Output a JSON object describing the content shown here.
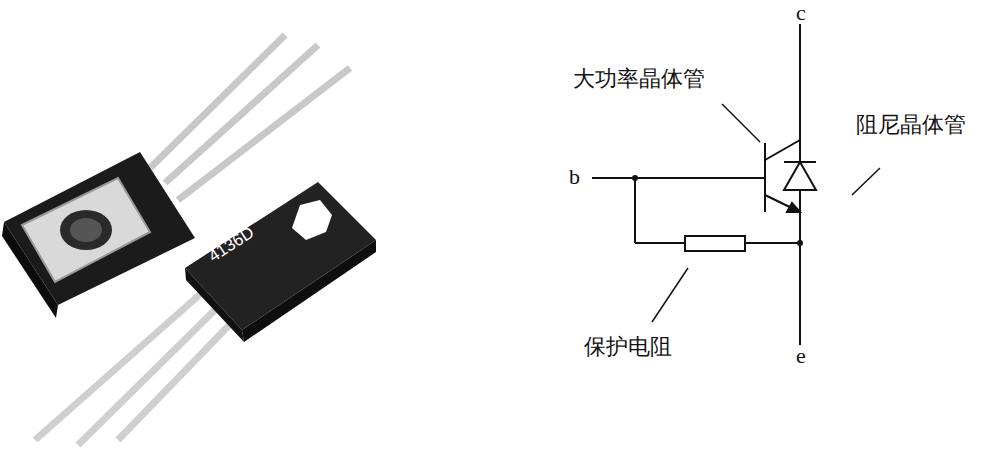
{
  "diagram": {
    "labels": [
      "c",
      "大功率晶体管",
      "阻尼晶体管",
      "b",
      "保护电阻",
      "e",
      "4136D"
    ]
  }
}
